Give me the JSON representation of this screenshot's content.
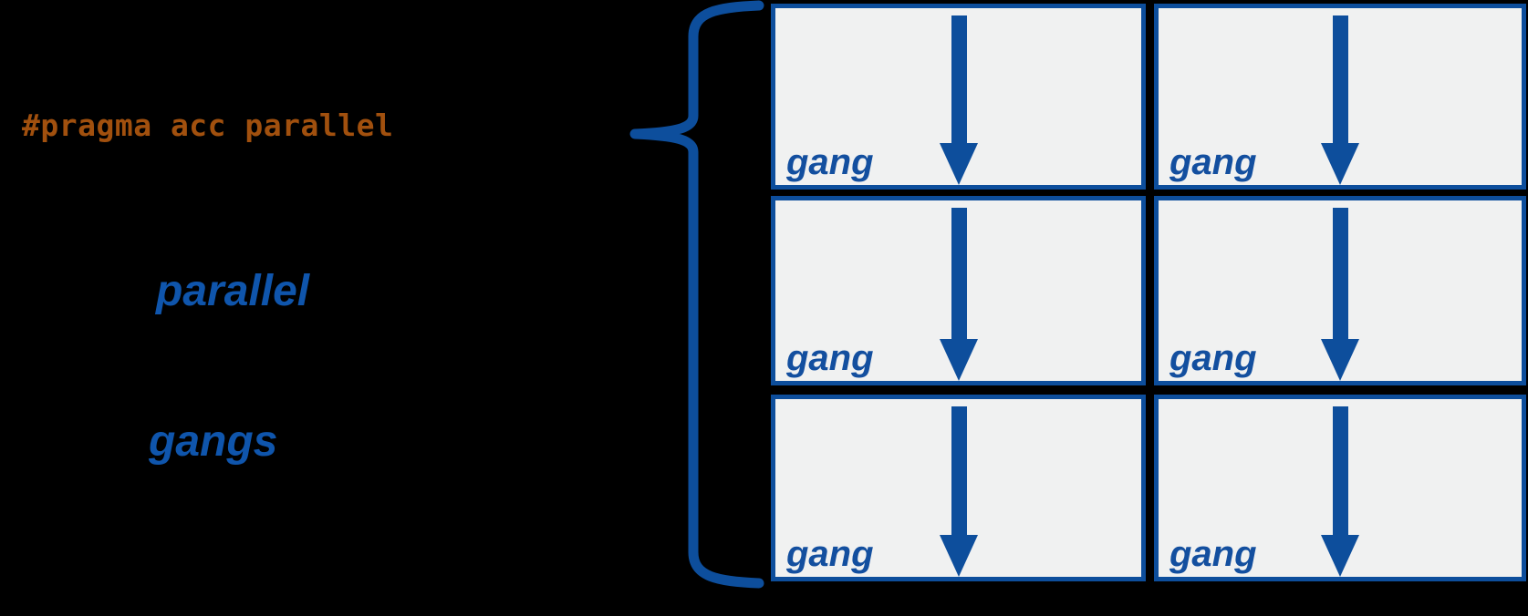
{
  "colors": {
    "background": "#000000",
    "blue_shape": "#0D4E9C",
    "blue_text": "#0F55AC",
    "gang_text": "#134F9F",
    "box_fill": "#F0F1F1",
    "pragma_text": "#A1500E"
  },
  "pragma": {
    "directive": "#pragma acc parallel"
  },
  "left_labels": {
    "parallel": "parallel",
    "gangs": "gangs"
  },
  "icons": {
    "brace": "left-curly-brace",
    "arrow": "down-arrow"
  },
  "grid": {
    "rows": 3,
    "cols": 2,
    "cells": [
      {
        "label": "gang"
      },
      {
        "label": "gang"
      },
      {
        "label": "gang"
      },
      {
        "label": "gang"
      },
      {
        "label": "gang"
      },
      {
        "label": "gang"
      }
    ]
  }
}
